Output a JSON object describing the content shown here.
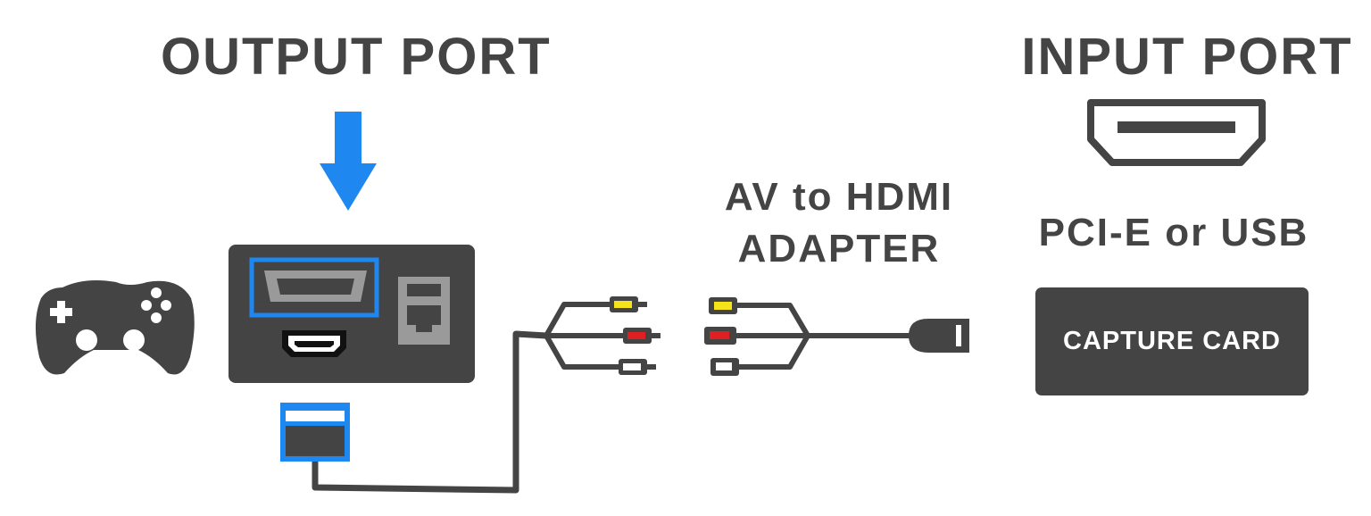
{
  "labels": {
    "output_port": "OUTPUT PORT",
    "input_port": "INPUT PORT",
    "adapter_line1": "AV to HDMI",
    "adapter_line2": "ADAPTER",
    "interface": "PCI-E or USB",
    "capture_card": "CAPTURE CARD"
  },
  "icons": {
    "controller": "gamepad-icon",
    "arrow": "arrow-down-icon",
    "input_port": "hdmi-port-icon"
  },
  "colors": {
    "dark": "#444444",
    "accent_blue": "#1e88f0",
    "port_gray": "#9a9a9a",
    "rca_yellow": "#f5e41a",
    "rca_red": "#e02020",
    "rca_white": "#ffffff"
  }
}
